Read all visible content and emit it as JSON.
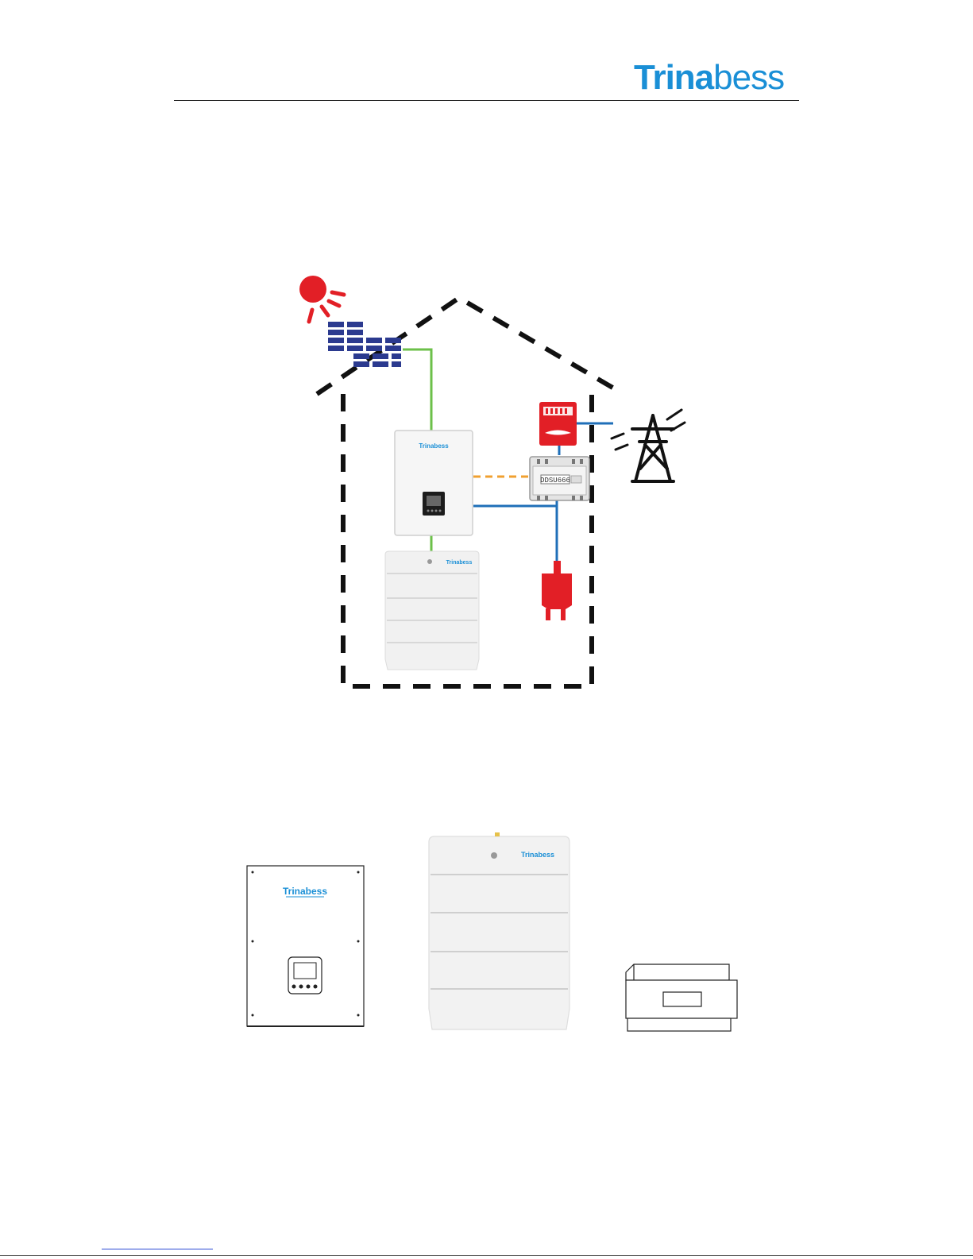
{
  "header": {
    "logo_part1": "Trina",
    "logo_part2": "bess"
  },
  "colors": {
    "brand_blue": "#1a8fd6",
    "pv_line": "#6cc04a",
    "ac_line": "#1f6fb8",
    "comm_line": "#f0a030",
    "red_device": "#e21f26",
    "panel_blue": "#2b3a8f"
  },
  "diagram": {
    "meter_display": "DDSU666"
  },
  "products": {
    "inverter_brand": "Trinabess",
    "battery_brand": "Trinabess"
  },
  "icons": [
    "sun-icon",
    "solar-panel-icon",
    "inverter-icon",
    "battery-icon",
    "meter-icon",
    "distribution-box-icon",
    "plug-icon",
    "transmission-tower-icon"
  ]
}
